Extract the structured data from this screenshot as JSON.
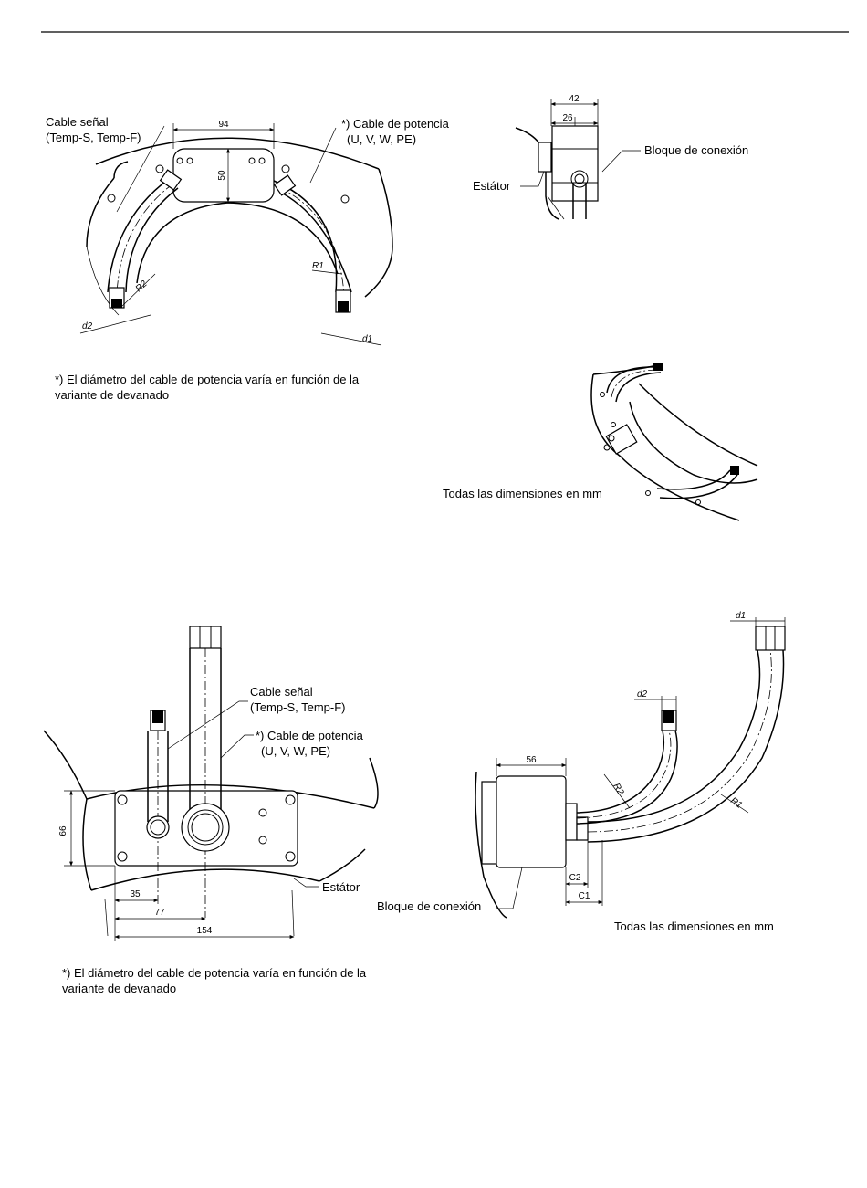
{
  "figure1": {
    "signal_cable_line1": "Cable señal",
    "signal_cable_line2": "(Temp-S, Temp-F)",
    "power_cable_line1": "*) Cable de potencia",
    "power_cable_line2": "(U, V, W, PE)",
    "dim_width": "94",
    "dim_height": "50",
    "dim_r1": "R1",
    "dim_r2": "R2",
    "dim_d1": "d1",
    "dim_d2": "d2",
    "footnote_line1": "*) El diámetro del cable de potencia varía en función de la",
    "footnote_line2": "variante de devanado"
  },
  "figure2": {
    "dim_outer": "42",
    "dim_inner": "26",
    "connection_block": "Bloque de conexión",
    "stator": "Estátor"
  },
  "figure3": {
    "all_dims": "Todas las dimensiones en mm"
  },
  "figure4": {
    "signal_cable_line1": "Cable señal",
    "signal_cable_line2": "(Temp-S, Temp-F)",
    "power_cable_line1": "*) Cable de potencia",
    "power_cable_line2": "(U, V, W, PE)",
    "stator": "Estátor",
    "dim_66": "66",
    "dim_35": "35",
    "dim_77": "77",
    "dim_154": "154",
    "footnote_line1": "*) El diámetro del cable de potencia varía en función de la",
    "footnote_line2": "variante de devanado"
  },
  "figure5": {
    "dim_56": "56",
    "dim_d1": "d1",
    "dim_d2": "d2",
    "dim_r1": "R1",
    "dim_r2": "R2",
    "dim_c1": "C1",
    "dim_c2": "C2",
    "connection_block": "Bloque de conexión",
    "all_dims": "Todas las dimensiones en mm"
  }
}
